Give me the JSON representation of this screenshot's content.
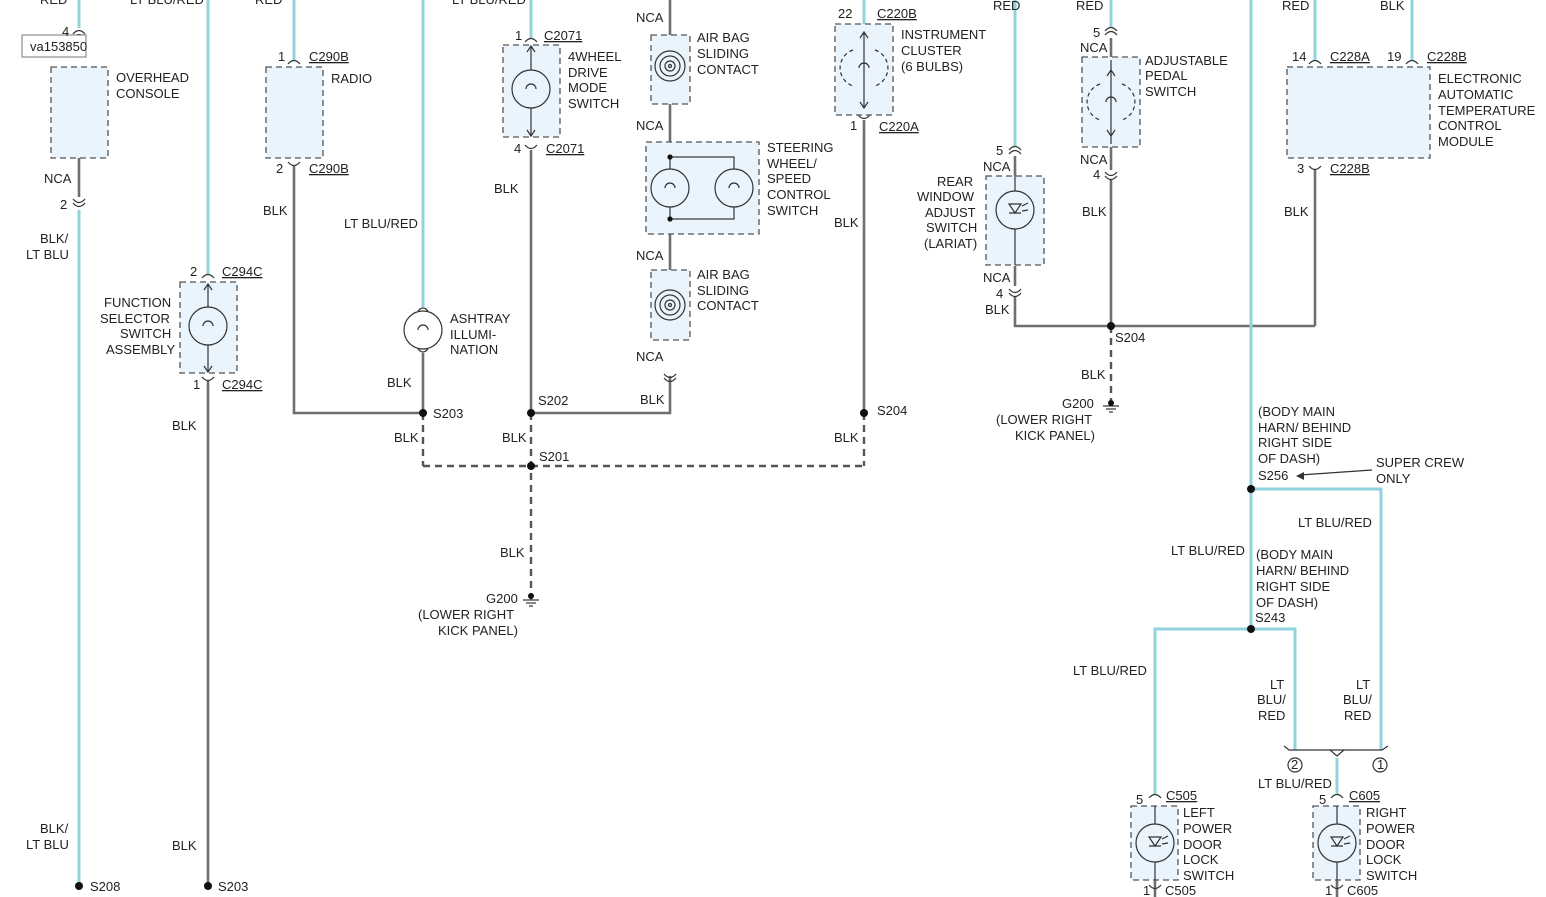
{
  "ref": "va153850",
  "wire_labels": {
    "red": "RED",
    "lt_blu_red": "LT BLU/RED",
    "blk": "BLK",
    "nca": "NCA",
    "blk_lt_blu_1": "BLK/",
    "blk_lt_blu_2": "LT BLU",
    "lt": "LT",
    "blu": "BLU/",
    "red2": "RED"
  },
  "components": {
    "overhead_console": [
      "OVERHEAD",
      "CONSOLE"
    ],
    "radio": [
      "RADIO"
    ],
    "four_wheel": [
      "4WHEEL",
      "DRIVE",
      "MODE",
      "SWITCH"
    ],
    "air_bag_1": [
      "AIR BAG",
      "SLIDING",
      "CONTACT"
    ],
    "steering": [
      "STEERING",
      "WHEEL/",
      "SPEED",
      "CONTROL",
      "SWITCH"
    ],
    "air_bag_2": [
      "AIR BAG",
      "SLIDING",
      "CONTACT"
    ],
    "instrument": [
      "INSTRUMENT",
      "CLUSTER",
      "(6 BULBS)"
    ],
    "rear_window": [
      "REAR",
      "WINDOW",
      "ADJUST",
      "SWITCH",
      "(LARIAT)"
    ],
    "pedal": [
      "ADJUSTABLE",
      "PEDAL",
      "SWITCH"
    ],
    "eatc": [
      "ELECTRONIC",
      "AUTOMATIC",
      "TEMPERATURE",
      "CONTROL",
      "MODULE"
    ],
    "function_selector": [
      "FUNCTION",
      "SELECTOR",
      "SWITCH",
      "ASSEMBLY"
    ],
    "ashtray": [
      "ASHTRAY",
      "ILLUMI-",
      "NATION"
    ],
    "left_lock": [
      "LEFT",
      "POWER",
      "DOOR",
      "LOCK",
      "SWITCH"
    ],
    "right_lock": [
      "RIGHT",
      "POWER",
      "DOOR",
      "LOCK",
      "SWITCH"
    ]
  },
  "connectors": {
    "c290b": "C290B",
    "c2071": "C2071",
    "c220b": "C220B",
    "c220a": "C220A",
    "c294c": "C294C",
    "c228a": "C228A",
    "c228b": "C228B",
    "c505": "C505",
    "c605": "C605"
  },
  "pins": {
    "p1": "1",
    "p2": "2",
    "p3": "3",
    "p4": "4",
    "p5": "5",
    "p14": "14",
    "p19": "19",
    "p22": "22"
  },
  "splices": {
    "s203": "S203",
    "s202": "S202",
    "s201": "S201",
    "s204": "S204",
    "s208": "S208",
    "s256": "S256",
    "s243": "S243"
  },
  "grounds": {
    "g200": "G200",
    "kick": [
      "(LOWER RIGHT",
      "KICK PANEL)"
    ]
  },
  "harness": [
    "(BODY MAIN",
    "HARN/ BEHIND",
    "RIGHT SIDE",
    "OF DASH)"
  ],
  "super_crew": [
    "SUPER CREW",
    "ONLY"
  ],
  "circled": {
    "one": "1",
    "two": "2"
  }
}
